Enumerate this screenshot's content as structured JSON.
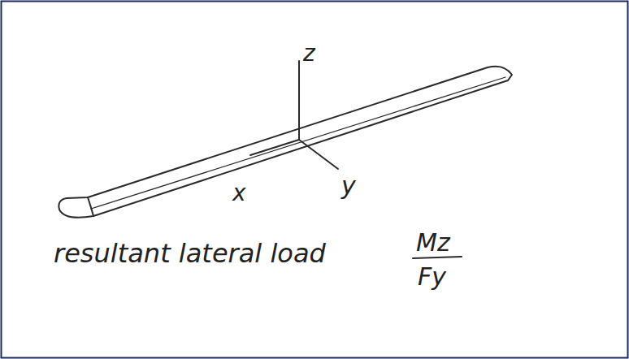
{
  "diagram": {
    "labels": [
      "z",
      "y",
      "x",
      "resultant lateral load",
      "Mz",
      "Fy"
    ]
  }
}
